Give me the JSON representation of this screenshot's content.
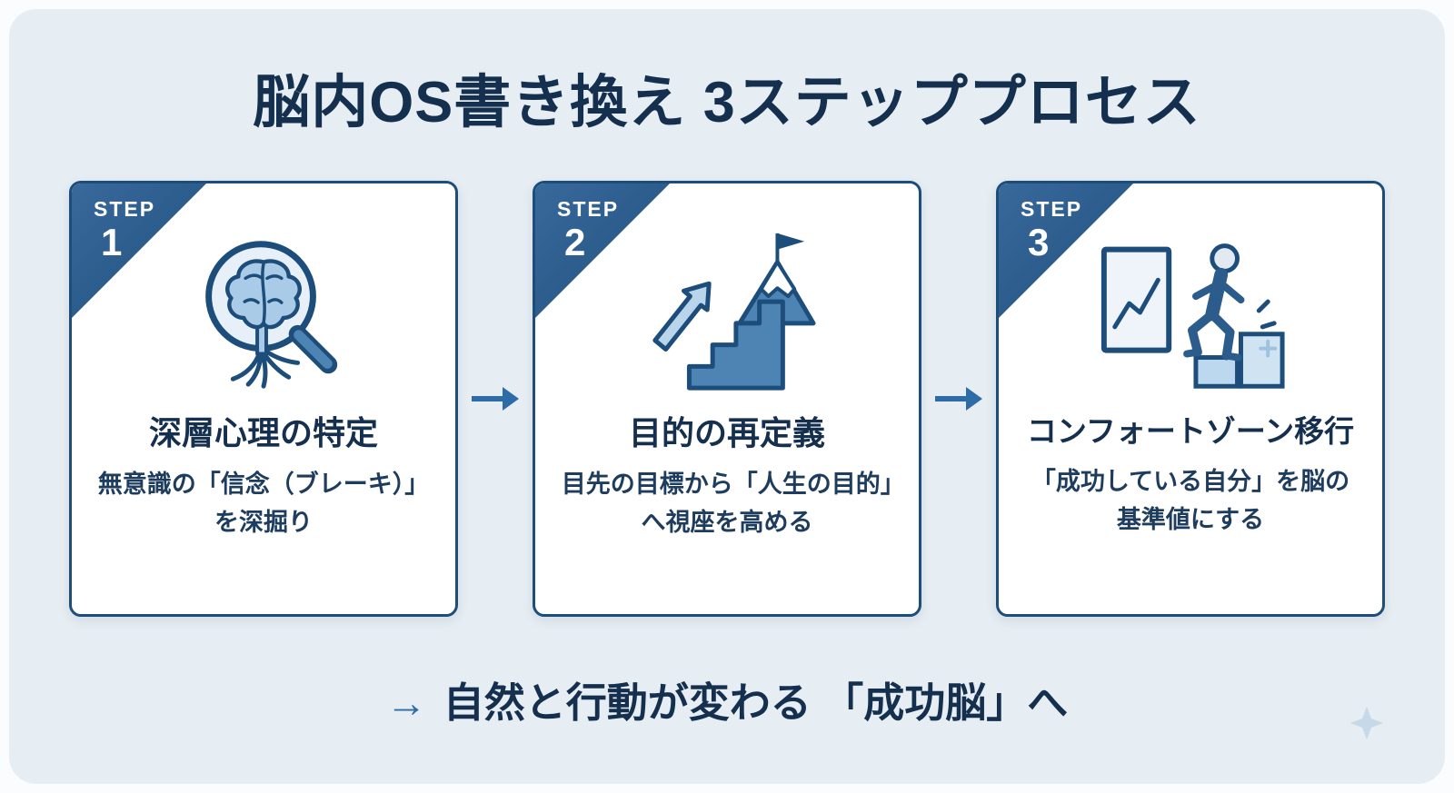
{
  "title": "脳内OS書き換え 3ステッププロセス",
  "steps": [
    {
      "badge_label": "STEP",
      "badge_number": "1",
      "icon": "brain-magnifier-icon",
      "title": "深層心理の特定",
      "description": "無意識の「信念（ブレーキ）」を深掘り"
    },
    {
      "badge_label": "STEP",
      "badge_number": "2",
      "icon": "summit-flag-stairs-icon",
      "title": "目的の再定義",
      "description": "目先の目標から「人生の目的」へ視座を高める"
    },
    {
      "badge_label": "STEP",
      "badge_number": "3",
      "icon": "step-up-person-icon",
      "title": "コンフォートゾーン移行",
      "description": "「成功している自分」を脳の基準値にする"
    }
  ],
  "connector_icon": "right-arrow-icon",
  "footer": {
    "arrow": "→",
    "text": "自然と行動が変わる 「成功脳」へ"
  },
  "decorations": {
    "bottom_right": "sparkle-icon"
  },
  "colors": {
    "background": "#e6edf3",
    "card_background": "#ffffff",
    "card_border": "#1d4d7a",
    "badge_background": "#2b5f90",
    "heading_text": "#152f4e",
    "body_text": "#1d3c5e",
    "accent_blue": "#2e6ca8",
    "icon_mid_blue": "#4d84b4",
    "icon_light_blue": "#b9d5ec"
  }
}
